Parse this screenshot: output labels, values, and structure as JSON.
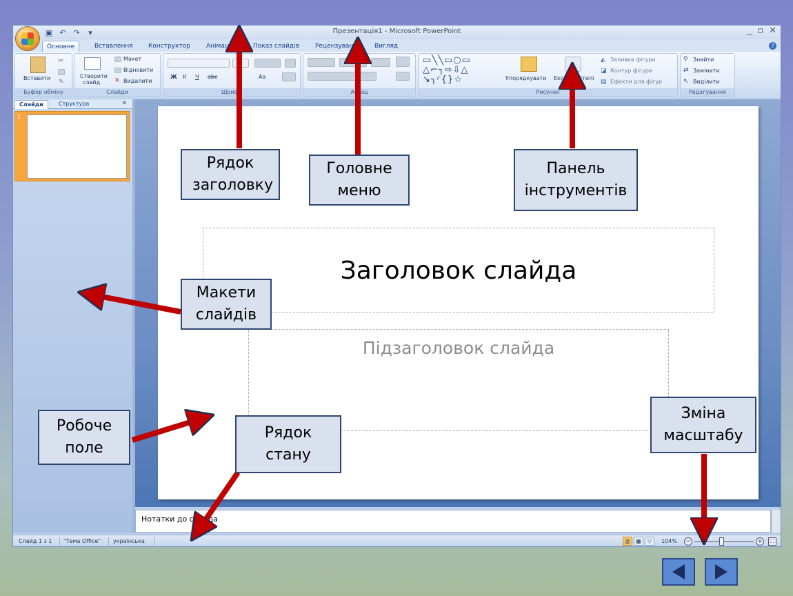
{
  "window": {
    "title": "Презентація1 - Microsoft PowerPoint",
    "controls": [
      "_",
      "▫",
      "✕"
    ]
  },
  "tabs": [
    "Основне",
    "Вставлення",
    "Конструктор",
    "Анімація",
    "Показ слайдів",
    "Рецензування",
    "Вигляд"
  ],
  "ribbon": {
    "clipboard": {
      "label": "Буфер обміну",
      "paste": "Вставити"
    },
    "slides": {
      "label": "Слайди",
      "new_slide_1": "Створити",
      "new_slide_2": "слайд",
      "layout": "Макет",
      "reset": "Відновити",
      "delete": "Видалити"
    },
    "font": {
      "label": "Шрифт",
      "bold": "Ж",
      "italic": "К",
      "underline": "Ч",
      "strike": "abc",
      "aa": "Aa"
    },
    "paragraph": {
      "label": "Абзац"
    },
    "drawing": {
      "label": "Рисунок",
      "arrange": "Упорядкувати",
      "quick_styles": "Експрес-стилі",
      "fill": "Заливка фігури",
      "outline": "Контур фігури",
      "effects": "Ефекти для фігур"
    },
    "editing": {
      "label": "Редагування",
      "find": "Знайти",
      "replace": "Замінити",
      "select": "Виділити"
    }
  },
  "pane": {
    "tab_slides": "Слайди",
    "tab_outline": "Структура",
    "thumb_number": "1"
  },
  "slide": {
    "title": "Заголовок слайда",
    "subtitle": "Підзаголовок слайда"
  },
  "notes": {
    "text": "Нотатки до слайда"
  },
  "status": {
    "slide": "Слайд 1 з 1",
    "theme": "\"Тема Office\"",
    "language": "українська",
    "zoom": "104%"
  },
  "callouts": {
    "title_bar": "Рядок заголовку",
    "main_menu": "Головне меню",
    "toolbar": "Панель інструментів",
    "layouts": "Макети слайдів",
    "workspace": "Робоче поле",
    "status_bar": "Рядок стану",
    "zoom": "Зміна масштабу"
  },
  "colors": {
    "arrow": "#c00000",
    "callout_bg": "#dae1ee",
    "callout_border": "#2c4670"
  }
}
